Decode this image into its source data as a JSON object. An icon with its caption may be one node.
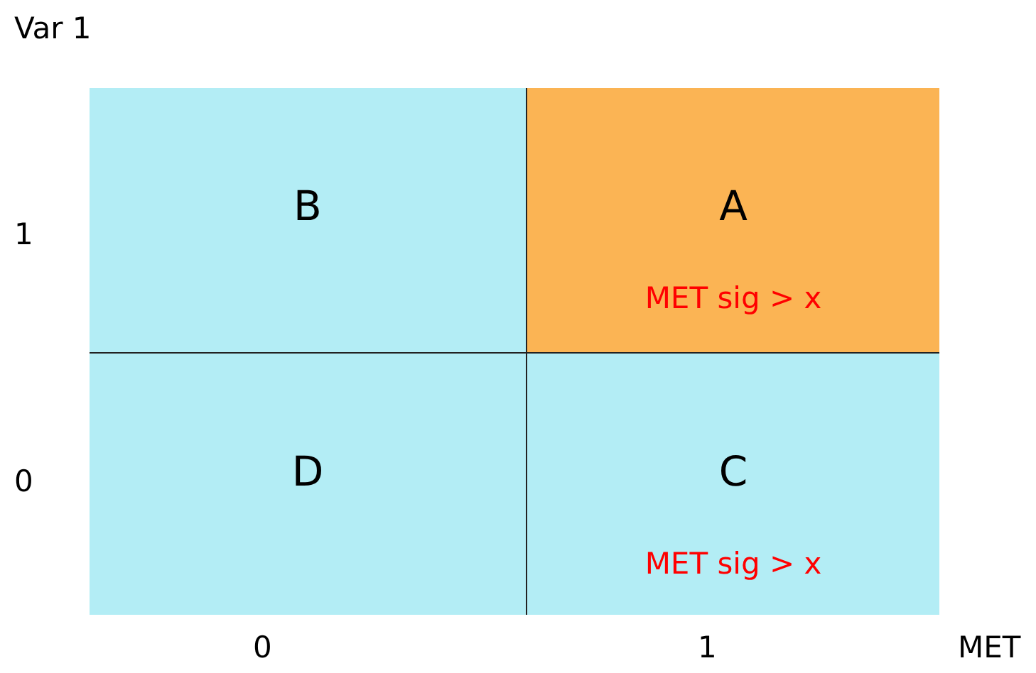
{
  "diagram": {
    "nodes": [
      {
        "text": [
          "B"
        ]
      },
      {
        "text": [
          "A",
          "MET sig > x"
        ]
      },
      {
        "text": [
          "D"
        ]
      },
      {
        "text": [
          "C",
          "MET sig > x"
        ]
      }
    ],
    "labels": [
      "Var 1",
      "1",
      "0",
      "0",
      "1",
      "MET"
    ]
  }
}
